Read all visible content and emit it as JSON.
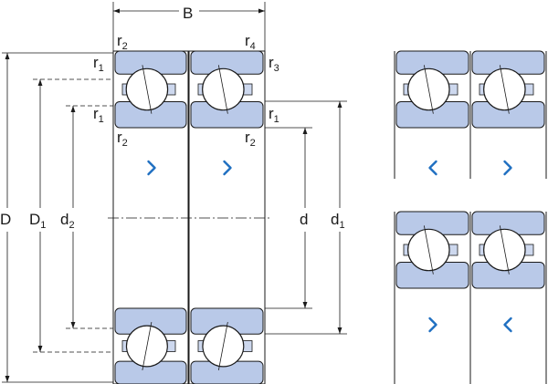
{
  "labels": {
    "B": "B",
    "D": "D",
    "D1_main": "D",
    "D1_sub": "1",
    "d2_main": "d",
    "d2_sub": "2",
    "d": "d",
    "d1_main": "d",
    "d1_sub": "1",
    "r2_tl_main": "r",
    "r2_tl_sub": "2",
    "r4_main": "r",
    "r4_sub": "4",
    "r1_a_main": "r",
    "r1_a_sub": "1",
    "r3_main": "r",
    "r3_sub": "3",
    "r1_b_main": "r",
    "r1_b_sub": "1",
    "r1_c_main": "r",
    "r1_c_sub": "1",
    "r2_b_main": "r",
    "r2_b_sub": "2",
    "r2_c_main": "r",
    "r2_c_sub": "2"
  },
  "arrangements": [
    {
      "name": "main",
      "left": "right",
      "right": "right"
    },
    {
      "name": "top-right",
      "left": "left",
      "right": "right"
    },
    {
      "name": "bottom-right",
      "left": "right",
      "right": "left"
    }
  ],
  "colors": {
    "ring_fill": "#b9c9e8",
    "cage_fill": "#cdd8ee",
    "line": "#1a1a1a",
    "arrow": "#1f6fc1"
  }
}
